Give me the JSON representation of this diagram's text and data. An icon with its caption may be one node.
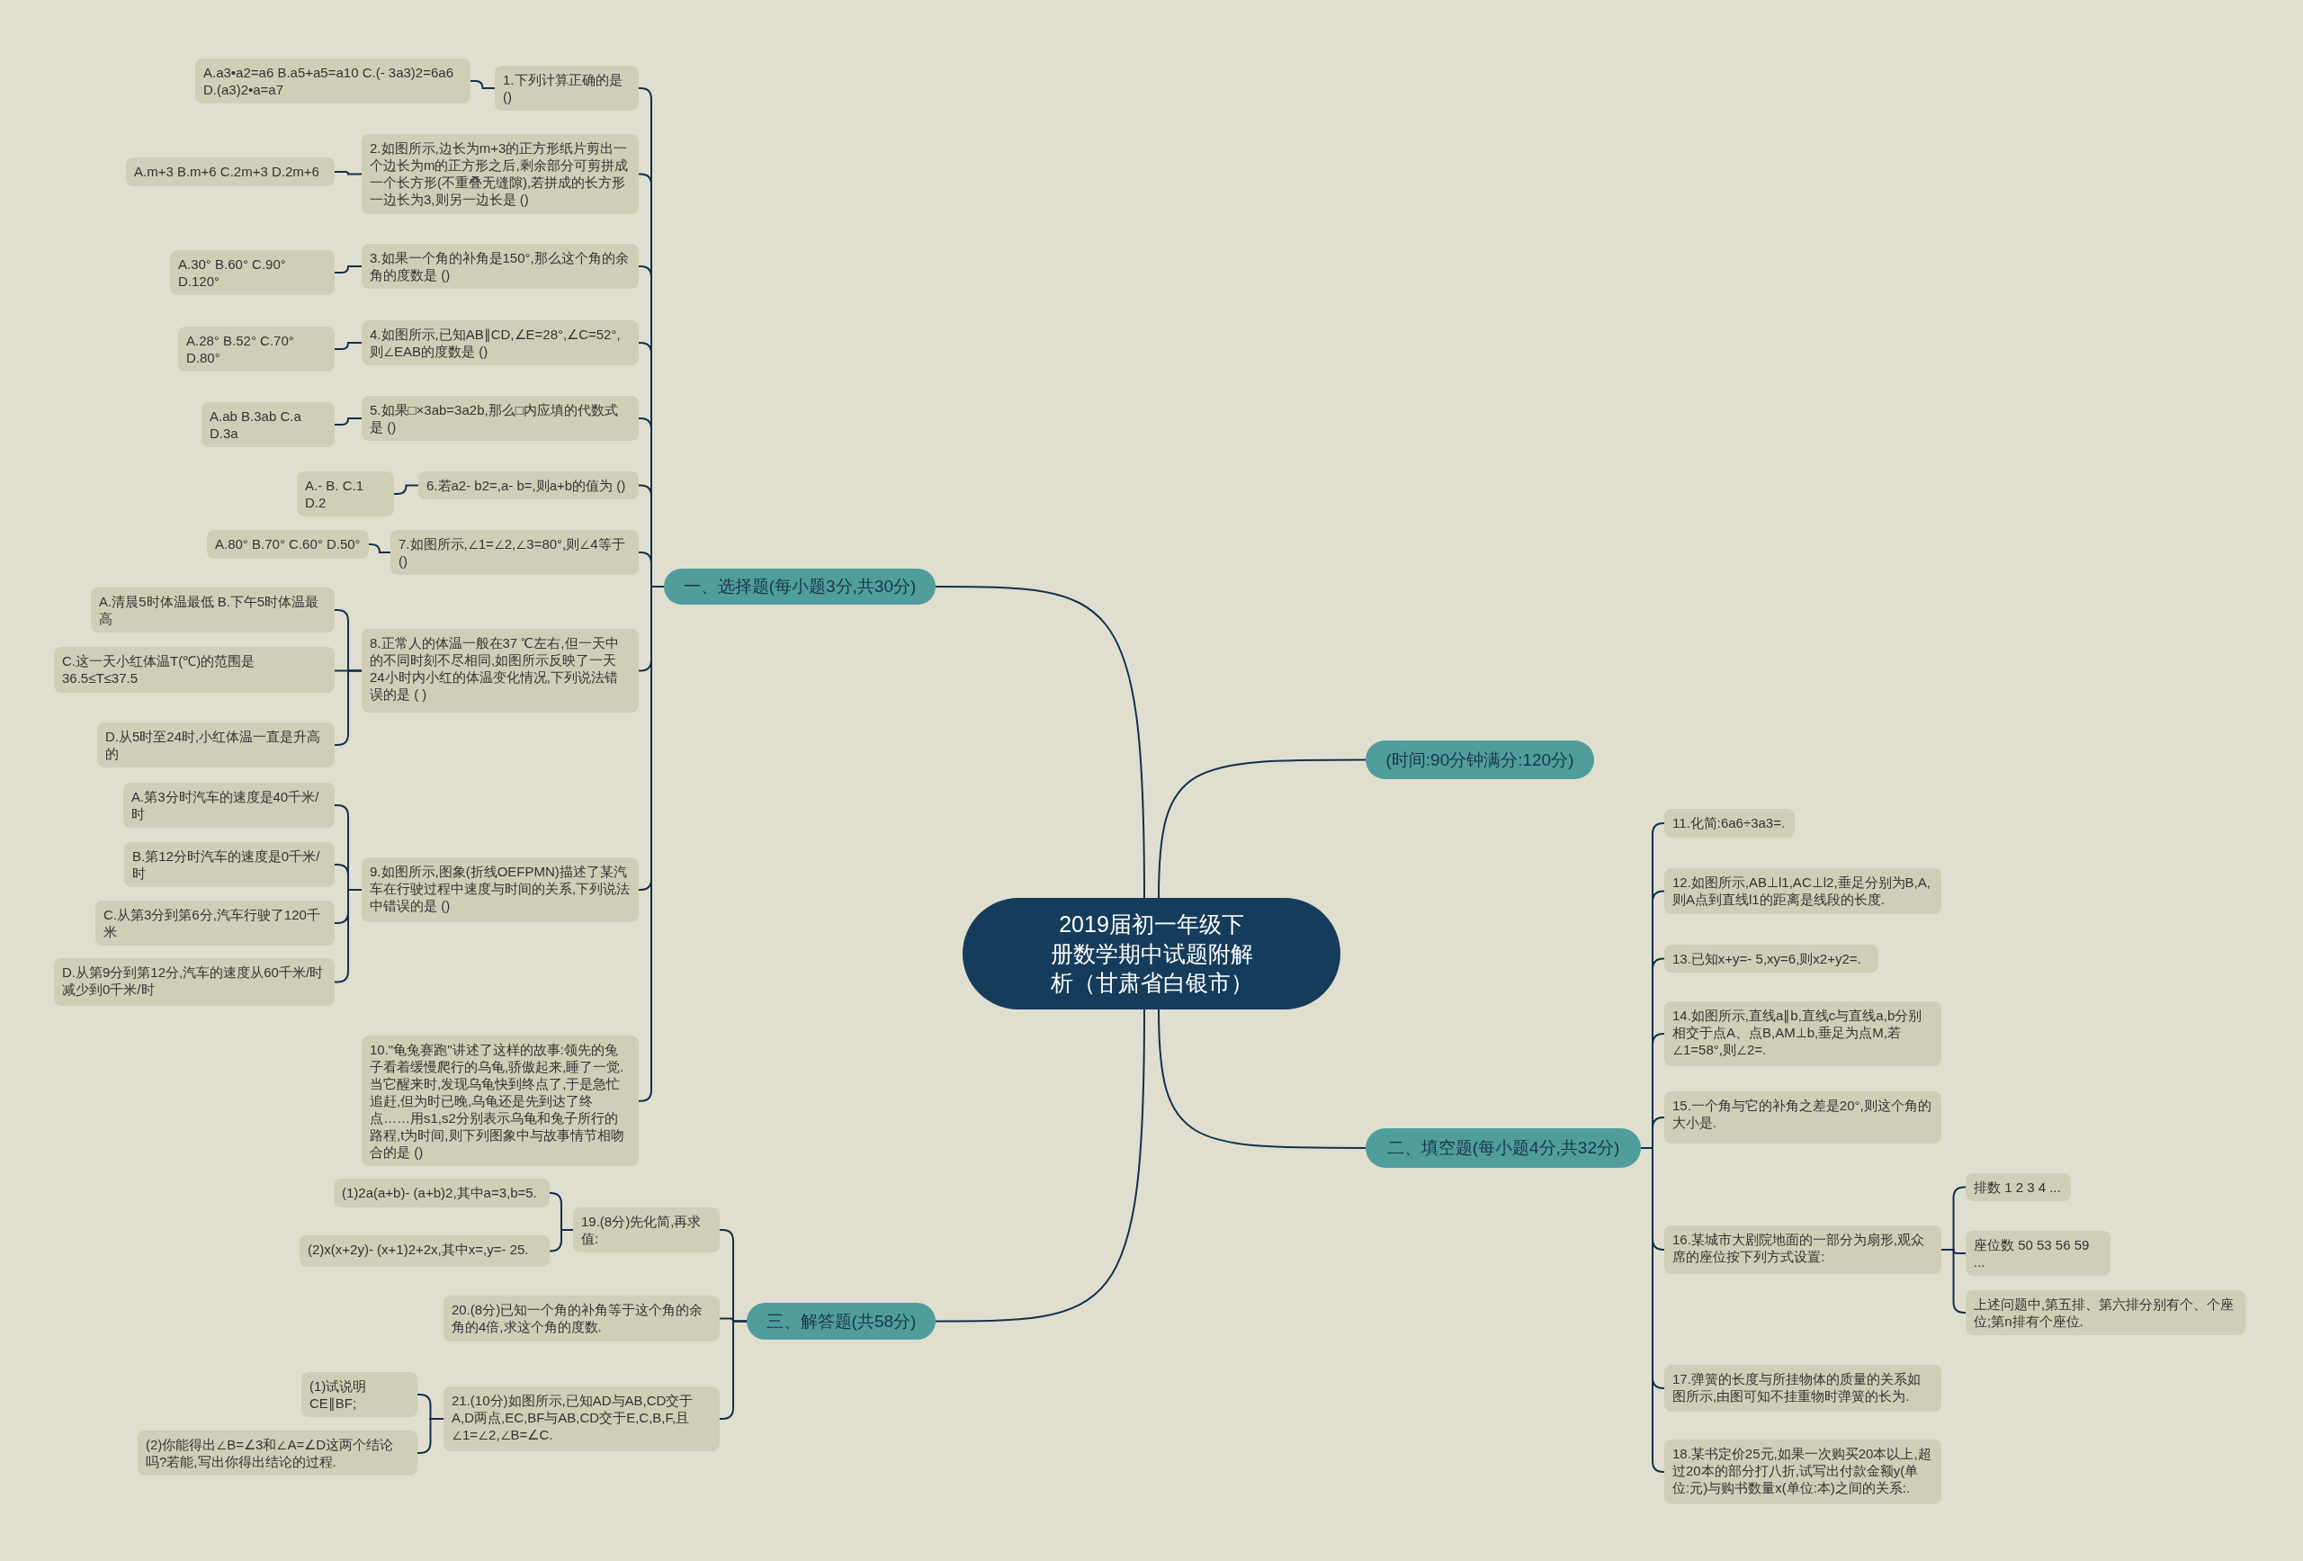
{
  "diagram": {
    "nodes": [
      {
        "text": [
          "2019届初一年级下册数学期中试题附解析（甘肃省白银市）"
        ]
      },
      {
        "text": [
          "一、选择题(每小题3分,共30分)"
        ]
      },
      {
        "text": [
          "1.下列计算正确的是 ()"
        ]
      },
      {
        "text": [
          "A.a3•a2=a6 B.a5+a5=a10 C.(- 3a3)2=6a6 D.(a3)2•a=a7"
        ]
      },
      {
        "text": [
          "2.如图所示,边长为m+3的正方形纸片剪出一个边长为m的正方形之后,剩余部分可剪拼成一个长方形(不重叠无缝隙),若拼成的长方形一边长为3,则另一边长是 ()"
        ]
      },
      {
        "text": [
          "A.m+3 B.m+6 C.2m+3 D.2m+6"
        ]
      },
      {
        "text": [
          "3.如果一个角的补角是150°,那么这个角的余角的度数是 ()"
        ]
      },
      {
        "text": [
          "A.30° B.60° C.90° D.120°"
        ]
      },
      {
        "text": [
          "4.如图所示,已知AB∥CD,∠E=28°,∠C=52°,则∠EAB的度数是 ()"
        ]
      },
      {
        "text": [
          "A.28° B.52° C.70° D.80°"
        ]
      },
      {
        "text": [
          "5.如果□×3ab=3a2b,那么□内应填的代数式是 ()"
        ]
      },
      {
        "text": [
          "A.ab B.3ab C.a D.3a"
        ]
      },
      {
        "text": [
          "6.若a2- b2=,a- b=,则a+b的值为 ()"
        ]
      },
      {
        "text": [
          "A.- B. C.1 D.2"
        ]
      },
      {
        "text": [
          "7.如图所示,∠1=∠2,∠3=80°,则∠4等于 ()"
        ]
      },
      {
        "text": [
          "A.80° B.70° C.60° D.50°"
        ]
      },
      {
        "text": [
          "8.正常人的体温一般在37 ℃左右,但一天中的不同时刻不尽相同,如图所示反映了一天24小时内小红的体温变化情况,下列说法错误的是 ( )"
        ]
      },
      {
        "text": [
          "A.清晨5时体温最低 B.下午5时体温最高"
        ]
      },
      {
        "text": [
          "C.这一天小红体温T(℃)的范围是36.5≤T≤37.5"
        ]
      },
      {
        "text": [
          "D.从5时至24时,小红体温一直是升高的"
        ]
      },
      {
        "text": [
          "9.如图所示,图象(折线OEFPMN)描述了某汽车在行驶过程中速度与时间的关系,下列说法中错误的是 ()"
        ]
      },
      {
        "text": [
          "A.第3分时汽车的速度是40千米/时"
        ]
      },
      {
        "text": [
          "B.第12分时汽车的速度是0千米/时"
        ]
      },
      {
        "text": [
          "C.从第3分到第6分,汽车行驶了120千米"
        ]
      },
      {
        "text": [
          "D.从第9分到第12分,汽车的速度从60千米/时减少到0千米/时"
        ]
      },
      {
        "text": [
          "10.\"龟兔赛跑\"讲述了这样的故事:领先的兔子看着缓慢爬行的乌龟,骄傲起来,睡了一觉.当它醒来时,发现乌龟快到终点了,于是急忙追赶,但为时已晚,乌龟还是先到达了终点……用s1,s2分别表示乌龟和兔子所行的路程,t为时间,则下列图象中与故事情节相吻合的是 ()"
        ]
      },
      {
        "text": [
          "(时间:90分钟满分:120分)"
        ]
      },
      {
        "text": [
          "二、填空题(每小题4分,共32分)"
        ]
      },
      {
        "text": [
          "11.化简:6a6÷3a3=."
        ]
      },
      {
        "text": [
          "12.如图所示,AB⊥l1,AC⊥l2,垂足分别为B,A,则A点到直线l1的距离是线段的长度."
        ]
      },
      {
        "text": [
          "13.已知x+y=- 5,xy=6,则x2+y2=."
        ]
      },
      {
        "text": [
          "14.如图所示,直线a∥b,直线c与直线a,b分别相交于点A、点B,AM⊥b,垂足为点M,若∠1=58°,则∠2=."
        ]
      },
      {
        "text": [
          "15.一个角与它的补角之差是20°,则这个角的大小是."
        ]
      },
      {
        "text": [
          "16.某城市大剧院地面的一部分为扇形,观众席的座位按下列方式设置:"
        ]
      },
      {
        "text": [
          "排数 1 2 3 4 ..."
        ]
      },
      {
        "text": [
          "座位数 50 53 56 59 ..."
        ]
      },
      {
        "text": [
          "上述问题中,第五排、第六排分别有个、个座位;第n排有个座位."
        ]
      },
      {
        "text": [
          "17.弹簧的长度与所挂物体的质量的关系如图所示,由图可知不挂重物时弹簧的长为."
        ]
      },
      {
        "text": [
          "18.某书定价25元,如果一次购买20本以上,超过20本的部分打八折,试写出付款金额y(单位:元)与购书数量x(单位:本)之间的关系:."
        ]
      },
      {
        "text": [
          "三、解答题(共58分)"
        ]
      },
      {
        "text": [
          "19.(8分)先化简,再求值:"
        ]
      },
      {
        "text": [
          "(1)2a(a+b)- (a+b)2,其中a=3,b=5."
        ]
      },
      {
        "text": [
          "(2)x(x+2y)- (x+1)2+2x,其中x=,y=- 25."
        ]
      },
      {
        "text": [
          "20.(8分)已知一个角的补角等于这个角的余角的4倍,求这个角的度数."
        ]
      },
      {
        "text": [
          "21.(10分)如图所示,已知AD与AB,CD交于A,D两点,EC,BF与AB,CD交于E,C,B,F,且∠1=∠2,∠B=∠C."
        ]
      },
      {
        "text": [
          "(1)试说明CE∥BF;"
        ]
      },
      {
        "text": [
          "(2)你能得出∠B=∠3和∠A=∠D这两个结论吗?若能,写出你得出结论的过程."
        ]
      }
    ],
    "edges": [
      {
        "from": 0,
        "to": 1,
        "arrow": "none"
      },
      {
        "from": 1,
        "to": 2,
        "arrow": "none"
      },
      {
        "from": 2,
        "to": 3,
        "arrow": "none"
      },
      {
        "from": 1,
        "to": 4,
        "arrow": "none"
      },
      {
        "from": 4,
        "to": 5,
        "arrow": "none"
      },
      {
        "from": 1,
        "to": 6,
        "arrow": "none"
      },
      {
        "from": 6,
        "to": 7,
        "arrow": "none"
      },
      {
        "from": 1,
        "to": 8,
        "arrow": "none"
      },
      {
        "from": 8,
        "to": 9,
        "arrow": "none"
      },
      {
        "from": 1,
        "to": 10,
        "arrow": "none"
      },
      {
        "from": 10,
        "to": 11,
        "arrow": "none"
      },
      {
        "from": 1,
        "to": 12,
        "arrow": "none"
      },
      {
        "from": 12,
        "to": 13,
        "arrow": "none"
      },
      {
        "from": 1,
        "to": 14,
        "arrow": "none"
      },
      {
        "from": 14,
        "to": 15,
        "arrow": "none"
      },
      {
        "from": 1,
        "to": 16,
        "arrow": "none"
      },
      {
        "from": 16,
        "to": 17,
        "arrow": "none"
      },
      {
        "from": 16,
        "to": 18,
        "arrow": "none"
      },
      {
        "from": 16,
        "to": 19,
        "arrow": "none"
      },
      {
        "from": 1,
        "to": 20,
        "arrow": "none"
      },
      {
        "from": 20,
        "to": 21,
        "arrow": "none"
      },
      {
        "from": 20,
        "to": 22,
        "arrow": "none"
      },
      {
        "from": 20,
        "to": 23,
        "arrow": "none"
      },
      {
        "from": 20,
        "to": 24,
        "arrow": "none"
      },
      {
        "from": 1,
        "to": 25,
        "arrow": "none"
      },
      {
        "from": 0,
        "to": 26,
        "arrow": "none"
      },
      {
        "from": 0,
        "to": 27,
        "arrow": "none"
      },
      {
        "from": 27,
        "to": 28,
        "arrow": "none"
      },
      {
        "from": 27,
        "to": 29,
        "arrow": "none"
      },
      {
        "from": 27,
        "to": 30,
        "arrow": "none"
      },
      {
        "from": 27,
        "to": 31,
        "arrow": "none"
      },
      {
        "from": 27,
        "to": 32,
        "arrow": "none"
      },
      {
        "from": 27,
        "to": 33,
        "arrow": "none"
      },
      {
        "from": 33,
        "to": 34,
        "arrow": "none"
      },
      {
        "from": 33,
        "to": 35,
        "arrow": "none"
      },
      {
        "from": 33,
        "to": 36,
        "arrow": "none"
      },
      {
        "from": 27,
        "to": 37,
        "arrow": "none"
      },
      {
        "from": 27,
        "to": 38,
        "arrow": "none"
      },
      {
        "from": 0,
        "to": 39,
        "arrow": "none"
      },
      {
        "from": 39,
        "to": 40,
        "arrow": "none"
      },
      {
        "from": 40,
        "to": 41,
        "arrow": "none"
      },
      {
        "from": 40,
        "to": 42,
        "arrow": "none"
      },
      {
        "from": 39,
        "to": 43,
        "arrow": "none"
      },
      {
        "from": 39,
        "to": 44,
        "arrow": "none"
      },
      {
        "from": 44,
        "to": 45,
        "arrow": "none"
      },
      {
        "from": 44,
        "to": 46,
        "arrow": "none"
      }
    ]
  }
}
